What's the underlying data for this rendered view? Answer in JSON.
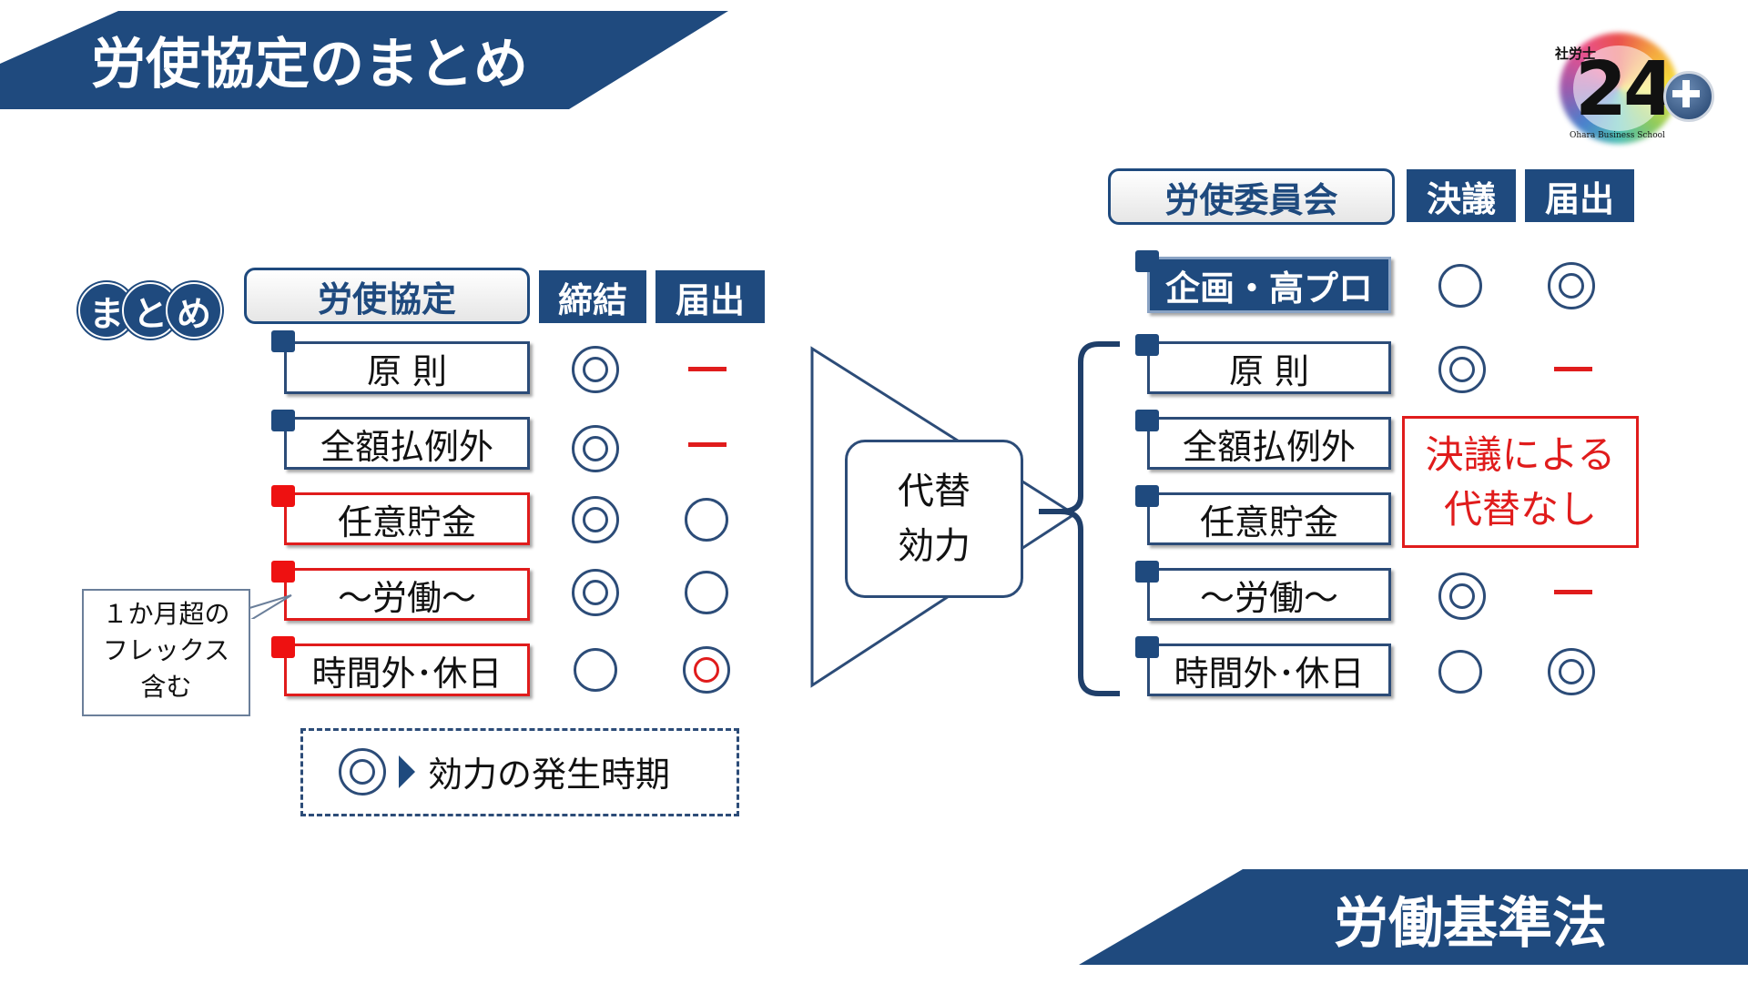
{
  "header": {
    "title": "労使協定のまとめ"
  },
  "footer": {
    "label": "労働基準法"
  },
  "logo": {
    "top": "社労士",
    "number": "24",
    "sub": "Ohara Business School"
  },
  "matome": {
    "chars": [
      "ま",
      "と",
      "め"
    ]
  },
  "left_table": {
    "header": "労使協定",
    "col1": "締結",
    "col2": "届出",
    "rows": [
      {
        "label": "原 則",
        "tag_color": "navy",
        "col1": "double-circle",
        "col2": "dash"
      },
      {
        "label": "全額払例外",
        "tag_color": "navy",
        "col1": "double-circle",
        "col2": "dash"
      },
      {
        "label": "任意貯金",
        "tag_color": "red",
        "col1": "double-circle",
        "col2": "circle"
      },
      {
        "label": "～労働～",
        "tag_color": "red",
        "col1": "double-circle",
        "col2": "circle"
      },
      {
        "label": "時間外･休日",
        "tag_color": "red",
        "col1": "circle",
        "col2": "double-circle-red"
      }
    ]
  },
  "flex_note": {
    "lines": [
      "１か月超の",
      "フレックス",
      "含む"
    ]
  },
  "legend": {
    "text": "効力の発生時期"
  },
  "substitute": {
    "line1": "代替",
    "line2": "効力"
  },
  "right_table": {
    "header": "労使委員会",
    "col1": "決議",
    "col2": "届出",
    "top_row": {
      "label": "企画・高プロ",
      "col1": "circle",
      "col2": "double-circle"
    },
    "rows": [
      {
        "label": "原 則",
        "col1": "double-circle",
        "col2": "dash"
      },
      {
        "label": "全額払例外"
      },
      {
        "label": "任意貯金"
      },
      {
        "label": "～労働～",
        "col1": "double-circle",
        "col2": "dash"
      },
      {
        "label": "時間外･休日",
        "col1": "circle",
        "col2": "double-circle"
      }
    ],
    "no_substitute": {
      "line1": "決議による",
      "line2": "代替なし"
    }
  },
  "colors": {
    "navy": "#1f4a7e",
    "red": "#e01c1c"
  }
}
